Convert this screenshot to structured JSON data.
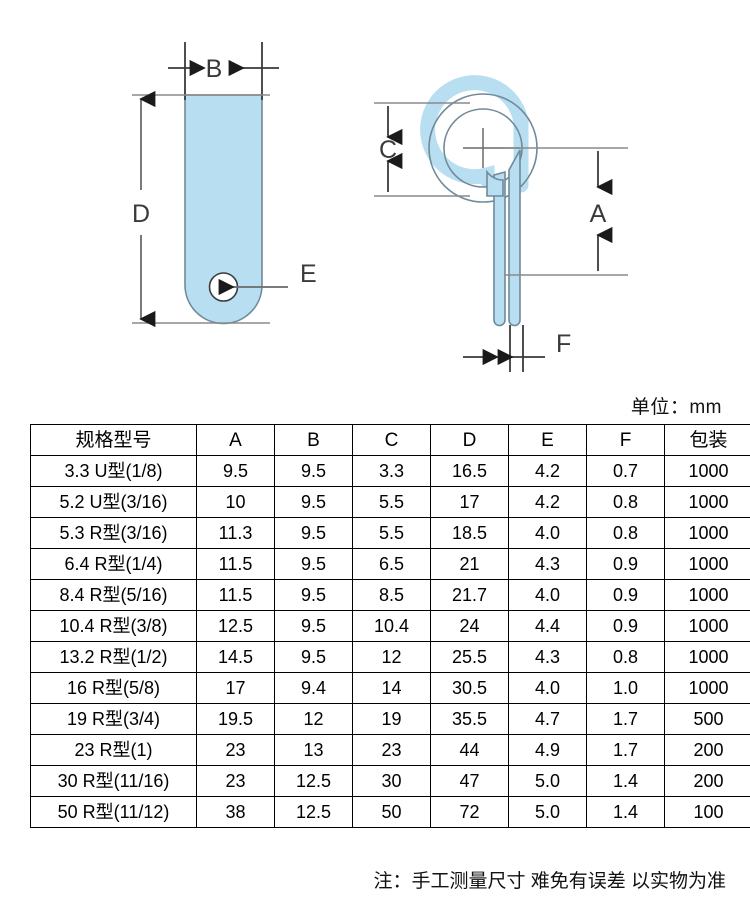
{
  "drawing": {
    "front_view": {
      "name": "front-view-flat-tab",
      "dimension_labels": [
        "B",
        "D",
        "E"
      ],
      "fill_color": "#b8def2",
      "outline_color": "#6f8a99"
    },
    "side_view": {
      "name": "side-view-clamp-profile",
      "dimension_labels": [
        "C",
        "A",
        "F"
      ],
      "fill_color": "#b8def2",
      "outline_color": "#6f8a99"
    },
    "labels": {
      "B": "B",
      "D": "D",
      "E": "E",
      "C": "C",
      "A": "A",
      "F": "F"
    }
  },
  "unit_caption": "单位：mm",
  "footnote": "注：手工测量尺寸 难免有误差 以实物为准",
  "table": {
    "headers": [
      "规格型号",
      "A",
      "B",
      "C",
      "D",
      "E",
      "F",
      "包装"
    ],
    "rows": [
      [
        "3.3 U型(1/8)",
        "9.5",
        "9.5",
        "3.3",
        "16.5",
        "4.2",
        "0.7",
        "1000"
      ],
      [
        "5.2 U型(3/16)",
        "10",
        "9.5",
        "5.5",
        "17",
        "4.2",
        "0.8",
        "1000"
      ],
      [
        "5.3 R型(3/16)",
        "11.3",
        "9.5",
        "5.5",
        "18.5",
        "4.0",
        "0.8",
        "1000"
      ],
      [
        "6.4 R型(1/4)",
        "11.5",
        "9.5",
        "6.5",
        "21",
        "4.3",
        "0.9",
        "1000"
      ],
      [
        "8.4 R型(5/16)",
        "11.5",
        "9.5",
        "8.5",
        "21.7",
        "4.0",
        "0.9",
        "1000"
      ],
      [
        "10.4 R型(3/8)",
        "12.5",
        "9.5",
        "10.4",
        "24",
        "4.4",
        "0.9",
        "1000"
      ],
      [
        "13.2 R型(1/2)",
        "14.5",
        "9.5",
        "12",
        "25.5",
        "4.3",
        "0.8",
        "1000"
      ],
      [
        "16 R型(5/8)",
        "17",
        "9.4",
        "14",
        "30.5",
        "4.0",
        "1.0",
        "1000"
      ],
      [
        "19 R型(3/4)",
        "19.5",
        "12",
        "19",
        "35.5",
        "4.7",
        "1.7",
        "500"
      ],
      [
        "23 R型(1)",
        "23",
        "13",
        "23",
        "44",
        "4.9",
        "1.7",
        "200"
      ],
      [
        "30 R型(11/16)",
        "23",
        "12.5",
        "30",
        "47",
        "5.0",
        "1.4",
        "200"
      ],
      [
        "50 R型(11/12)",
        "38",
        "12.5",
        "50",
        "72",
        "5.0",
        "1.4",
        "100"
      ]
    ]
  }
}
